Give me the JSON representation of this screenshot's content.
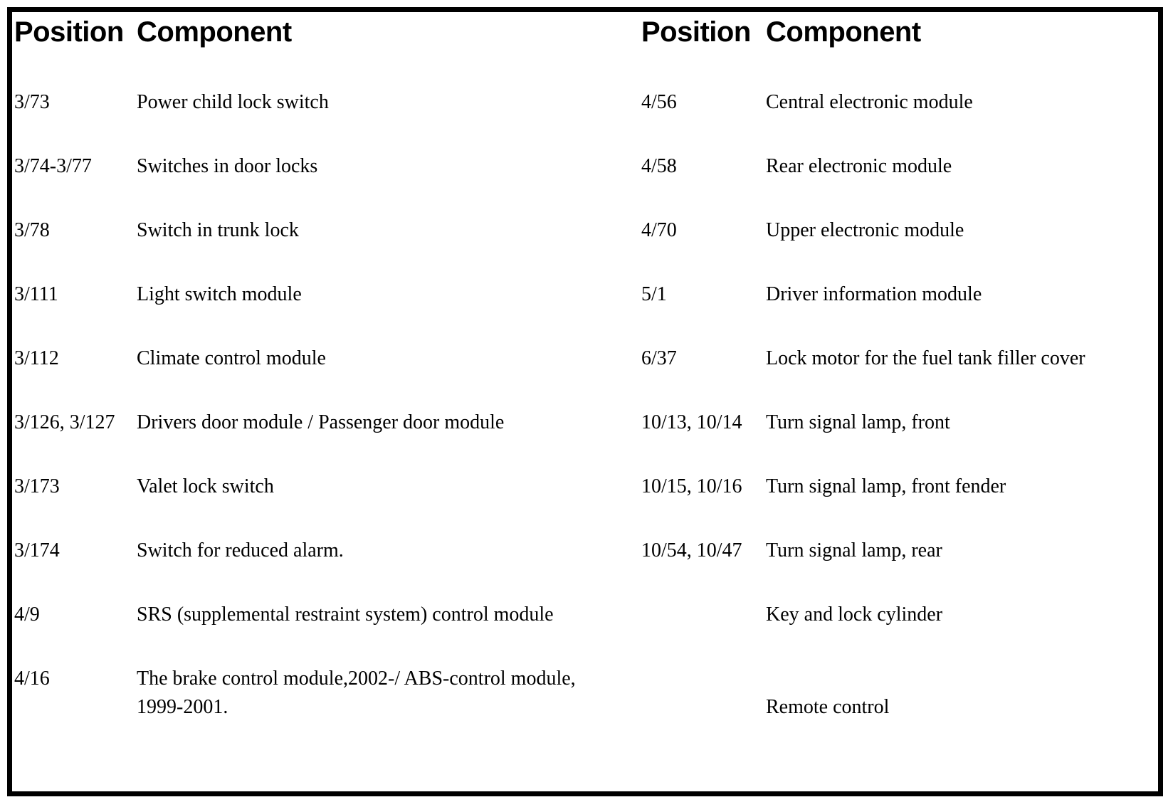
{
  "colors": {
    "text": "#000000",
    "background": "#ffffff",
    "border": "#000000"
  },
  "table": {
    "left": {
      "header": {
        "position": "Position",
        "component": "Component"
      },
      "rows": [
        {
          "pos": "3/73",
          "comp": "Power child lock switch"
        },
        {
          "pos": "3/74-3/77",
          "comp": "Switches in door locks"
        },
        {
          "pos": "3/78",
          "comp": "Switch in trunk lock"
        },
        {
          "pos": "3/111",
          "comp": "Light switch module"
        },
        {
          "pos": "3/112",
          "comp": "Climate control module"
        },
        {
          "pos": "3/126, 3/127",
          "comp": "Drivers door module / Passenger door module"
        },
        {
          "pos": "3/173",
          "comp": "Valet lock switch"
        },
        {
          "pos": "3/174",
          "comp": "Switch for reduced alarm."
        },
        {
          "pos": "4/9",
          "comp": "SRS (supplemental restraint system) control module"
        },
        {
          "pos": "4/16",
          "comp": "The brake control module,2002-/ ABS-control module, 1999-2001."
        }
      ]
    },
    "right": {
      "header": {
        "position": "Position",
        "component": "Component"
      },
      "rows": [
        {
          "pos": "4/56",
          "comp": "Central electronic module"
        },
        {
          "pos": "4/58",
          "comp": "Rear electronic module"
        },
        {
          "pos": "4/70",
          "comp": "Upper electronic module"
        },
        {
          "pos": "5/1",
          "comp": "Driver information module"
        },
        {
          "pos": "6/37",
          "comp": "Lock motor for the fuel tank filler cover"
        },
        {
          "pos": "10/13, 10/14",
          "comp": "Turn signal lamp, front"
        },
        {
          "pos": "10/15, 10/16",
          "comp": "Turn signal lamp, front fender"
        },
        {
          "pos": "10/54, 10/47",
          "comp": "Turn signal lamp, rear"
        },
        {
          "pos": "",
          "comp": "Key and lock cylinder"
        },
        {
          "pos": "",
          "comp": "Remote control"
        }
      ]
    }
  }
}
